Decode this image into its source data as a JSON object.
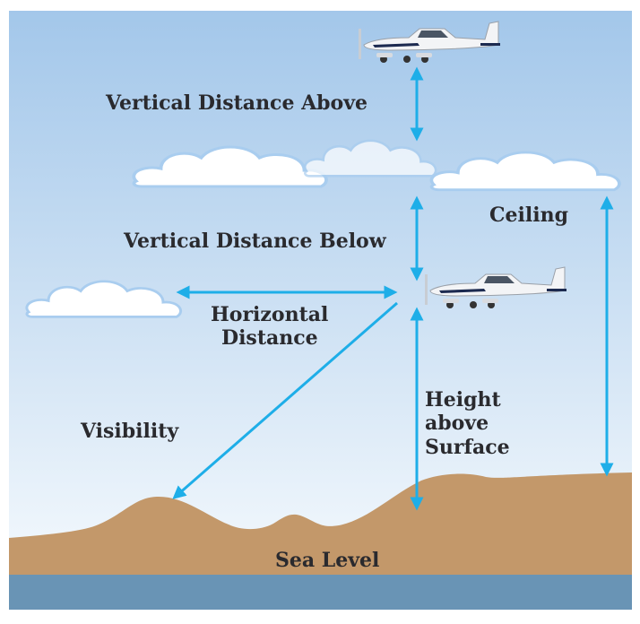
{
  "labels": {
    "vertical_above": "Vertical Distance Above",
    "vertical_below": "Vertical Distance Below",
    "ceiling": "Ceiling",
    "horizontal_1": "Horizontal",
    "horizontal_2": "Distance",
    "visibility": "Visibility",
    "height_1": "Height",
    "height_2": "above",
    "height_3": "Surface",
    "sea_level": "Sea Level"
  },
  "colors": {
    "sky_top": "#a3c7ea",
    "sky_bottom": "#f2f7fc",
    "arrow": "#1eaee8",
    "ground": "#c3986a",
    "water": "#6994b5",
    "text": "#2a2a2e"
  }
}
